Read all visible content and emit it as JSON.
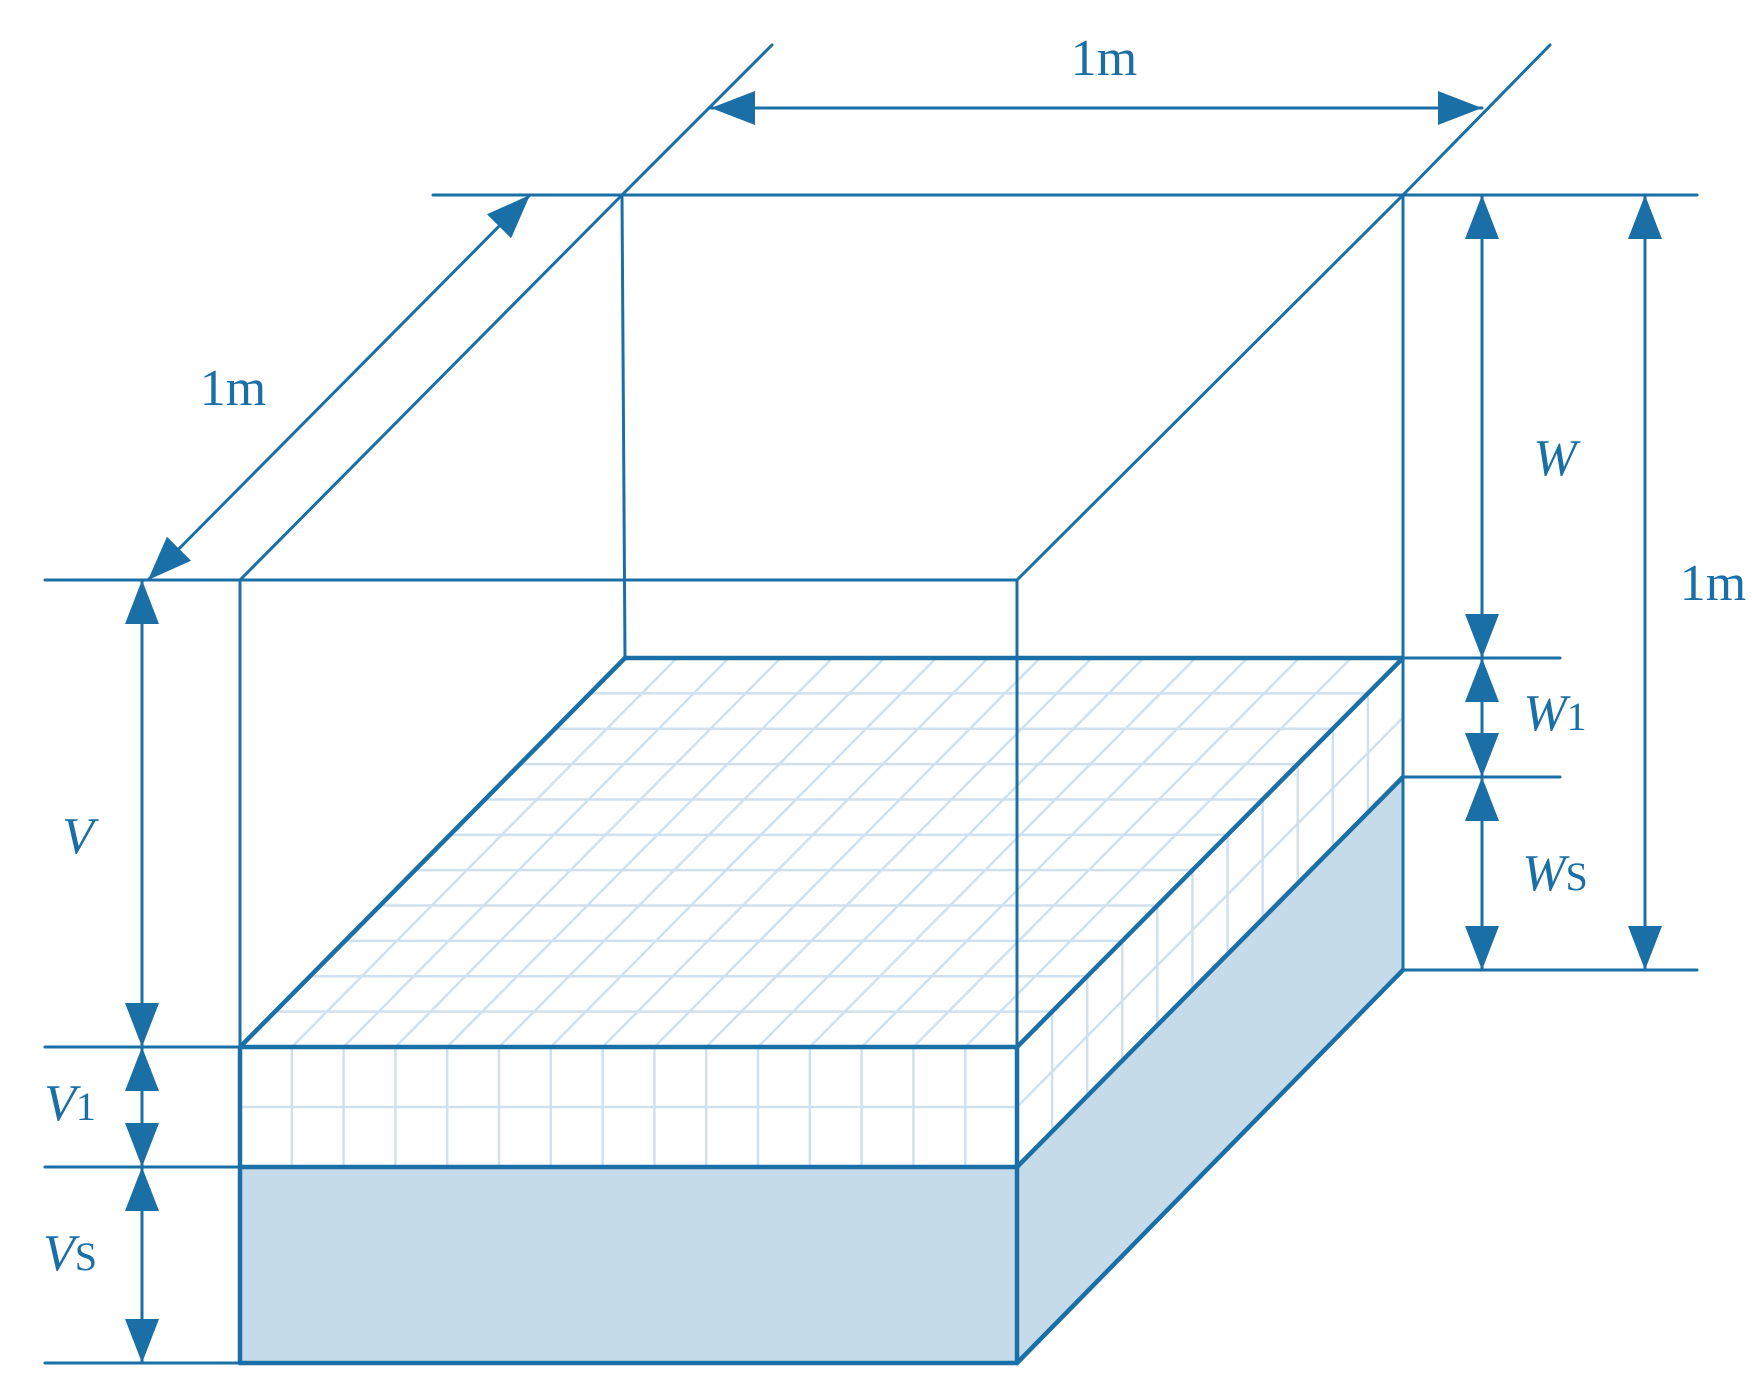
{
  "colors": {
    "line": "#1a6fa6",
    "solid_fill": "#c5dbe9",
    "pore_grid": "#cfe1ee",
    "background": "#ffffff"
  },
  "labels": {
    "width_top": "1m",
    "depth_diag": "1m",
    "height_right": "1m",
    "V": "V",
    "V1": "V",
    "V1_sub": "1",
    "Vs": "V",
    "Vs_sub": "S",
    "W": "W",
    "W1": "W",
    "W1_sub": "1",
    "Ws": "W",
    "Ws_sub": "S"
  }
}
